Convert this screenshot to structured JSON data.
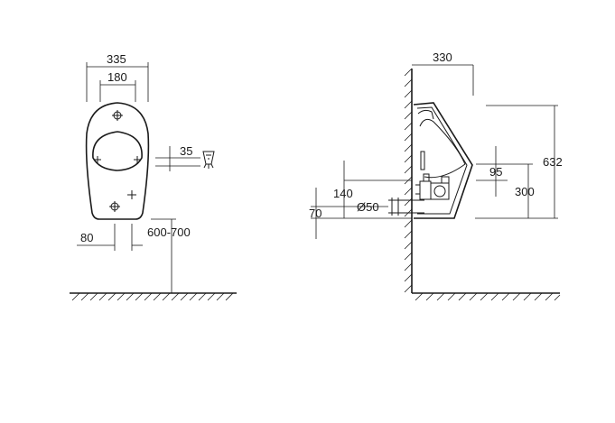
{
  "front_view": {
    "width_outer": "335",
    "width_inner": "180",
    "depth_35": "35",
    "side_80": "80",
    "height_range": "600-700"
  },
  "side_view": {
    "depth": "330",
    "height_total": "632",
    "height_300": "300",
    "height_95": "95",
    "height_140": "140",
    "height_70": "70",
    "diameter_drain": "Ø50"
  }
}
